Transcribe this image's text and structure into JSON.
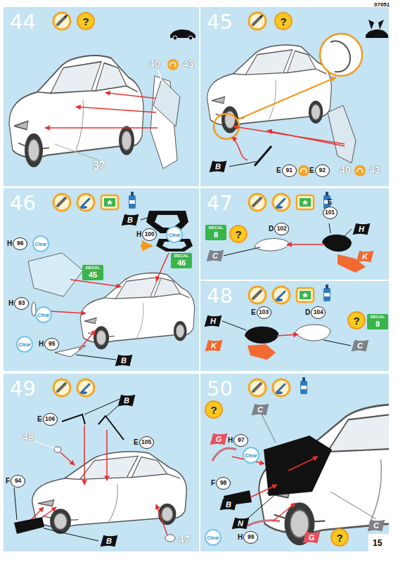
{
  "diagram": {
    "nodes": [
      {
        "text": [
          "44"
        ]
      },
      {
        "text": [
          "?"
        ],
        "in": 0
      },
      {
        "text": [
          "45"
        ]
      },
      {
        "text": [
          "?"
        ],
        "in": 2
      },
      {
        "text": [
          "B"
        ],
        "in": 2
      },
      {
        "text": [
          "E",
          "91"
        ],
        "in": 2
      },
      {
        "text": [
          "E",
          "92"
        ],
        "in": 2
      },
      {
        "text": [
          "46"
        ]
      },
      {
        "text": [
          "B"
        ],
        "in": 7
      },
      {
        "text": [
          "H",
          "100"
        ],
        "in": 7
      },
      {
        "text": [
          "Clear"
        ],
        "in": 7
      },
      {
        "text": [
          "H",
          "96"
        ],
        "in": 7
      },
      {
        "text": [
          "Clear"
        ],
        "in": 7
      },
      {
        "text": [
          "DECAL",
          "45"
        ],
        "in": 7
      },
      {
        "text": [
          "DECAL",
          "46"
        ],
        "in": 7
      },
      {
        "text": [
          "H",
          "93"
        ],
        "in": 7
      },
      {
        "text": [
          "Clear"
        ],
        "in": 7
      },
      {
        "text": [
          "Clear"
        ],
        "in": 7
      },
      {
        "text": [
          "H",
          "95"
        ],
        "in": 7
      },
      {
        "text": [
          "B"
        ],
        "in": 7
      },
      {
        "text": [
          "47"
        ]
      },
      {
        "text": [
          "DECAL",
          "8"
        ],
        "in": 20
      },
      {
        "text": [
          "?"
        ],
        "in": 20
      },
      {
        "text": [
          "C"
        ],
        "in": 20
      },
      {
        "text": [
          "D",
          "102"
        ],
        "in": 20
      },
      {
        "text": [
          "E",
          "101"
        ],
        "in": 20
      },
      {
        "text": [
          "H"
        ],
        "in": 20
      },
      {
        "text": [
          "K"
        ],
        "in": 20
      },
      {
        "text": [
          "48"
        ]
      },
      {
        "text": [
          "H"
        ],
        "in": 28
      },
      {
        "text": [
          "E",
          "103"
        ],
        "in": 28
      },
      {
        "text": [
          "D",
          "104"
        ],
        "in": 28
      },
      {
        "text": [
          "?"
        ],
        "in": 28
      },
      {
        "text": [
          "DECAL",
          "8"
        ],
        "in": 28
      },
      {
        "text": [
          "K"
        ],
        "in": 28
      },
      {
        "text": [
          "C"
        ],
        "in": 28
      },
      {
        "text": [
          "49"
        ]
      },
      {
        "text": [
          "B"
        ],
        "in": 36
      },
      {
        "text": [
          "E",
          "106"
        ],
        "in": 36
      },
      {
        "text": [
          "E",
          "105"
        ],
        "in": 36
      },
      {
        "text": [
          "F",
          "94"
        ],
        "in": 36
      },
      {
        "text": [
          "B"
        ],
        "in": 36
      },
      {
        "text": [
          "50"
        ]
      },
      {
        "text": [
          "?"
        ],
        "in": 42
      },
      {
        "text": [
          "C"
        ],
        "in": 42
      },
      {
        "text": [
          "G"
        ],
        "in": 42
      },
      {
        "text": [
          "H",
          "97"
        ],
        "in": 42
      },
      {
        "text": [
          "Clear"
        ],
        "in": 42
      },
      {
        "text": [
          "F",
          "98"
        ],
        "in": 42
      },
      {
        "text": [
          "B"
        ],
        "in": 42
      },
      {
        "text": [
          "N"
        ],
        "in": 42
      },
      {
        "text": [
          "Clear"
        ],
        "in": 42
      },
      {
        "text": [
          "H",
          "99"
        ],
        "in": 42
      },
      {
        "text": [
          "G"
        ],
        "in": 42
      },
      {
        "text": [
          "?"
        ],
        "in": 42
      },
      {
        "text": [
          "C"
        ],
        "in": 42
      }
    ],
    "labels": [
      "07051",
      "40",
      "43",
      "37",
      "40",
      "43",
      "48",
      "47",
      "15"
    ]
  }
}
